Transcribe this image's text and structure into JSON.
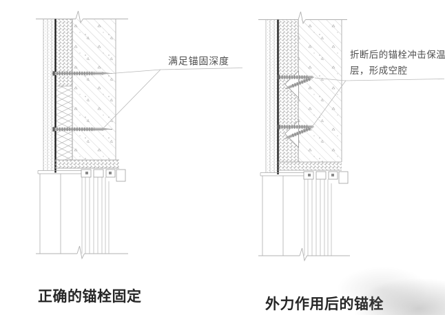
{
  "figures": [
    {
      "caption": "正确的锚栓固定",
      "annotation_lines": [
        "满足锚固深度"
      ]
    },
    {
      "caption": "外力作用后的锚栓",
      "annotation_lines": [
        "折断后的锚栓冲击保温",
        "层，形成空腔"
      ]
    }
  ],
  "colors": {
    "background": "#ffffff",
    "line_light": "#b3b3b3",
    "line_mid": "#999999",
    "black_base_layer": "#1e1e1e",
    "anchor_gray": "#bdbdbd",
    "annotation_text": "#4f4f4f",
    "caption_text": "#262626"
  }
}
